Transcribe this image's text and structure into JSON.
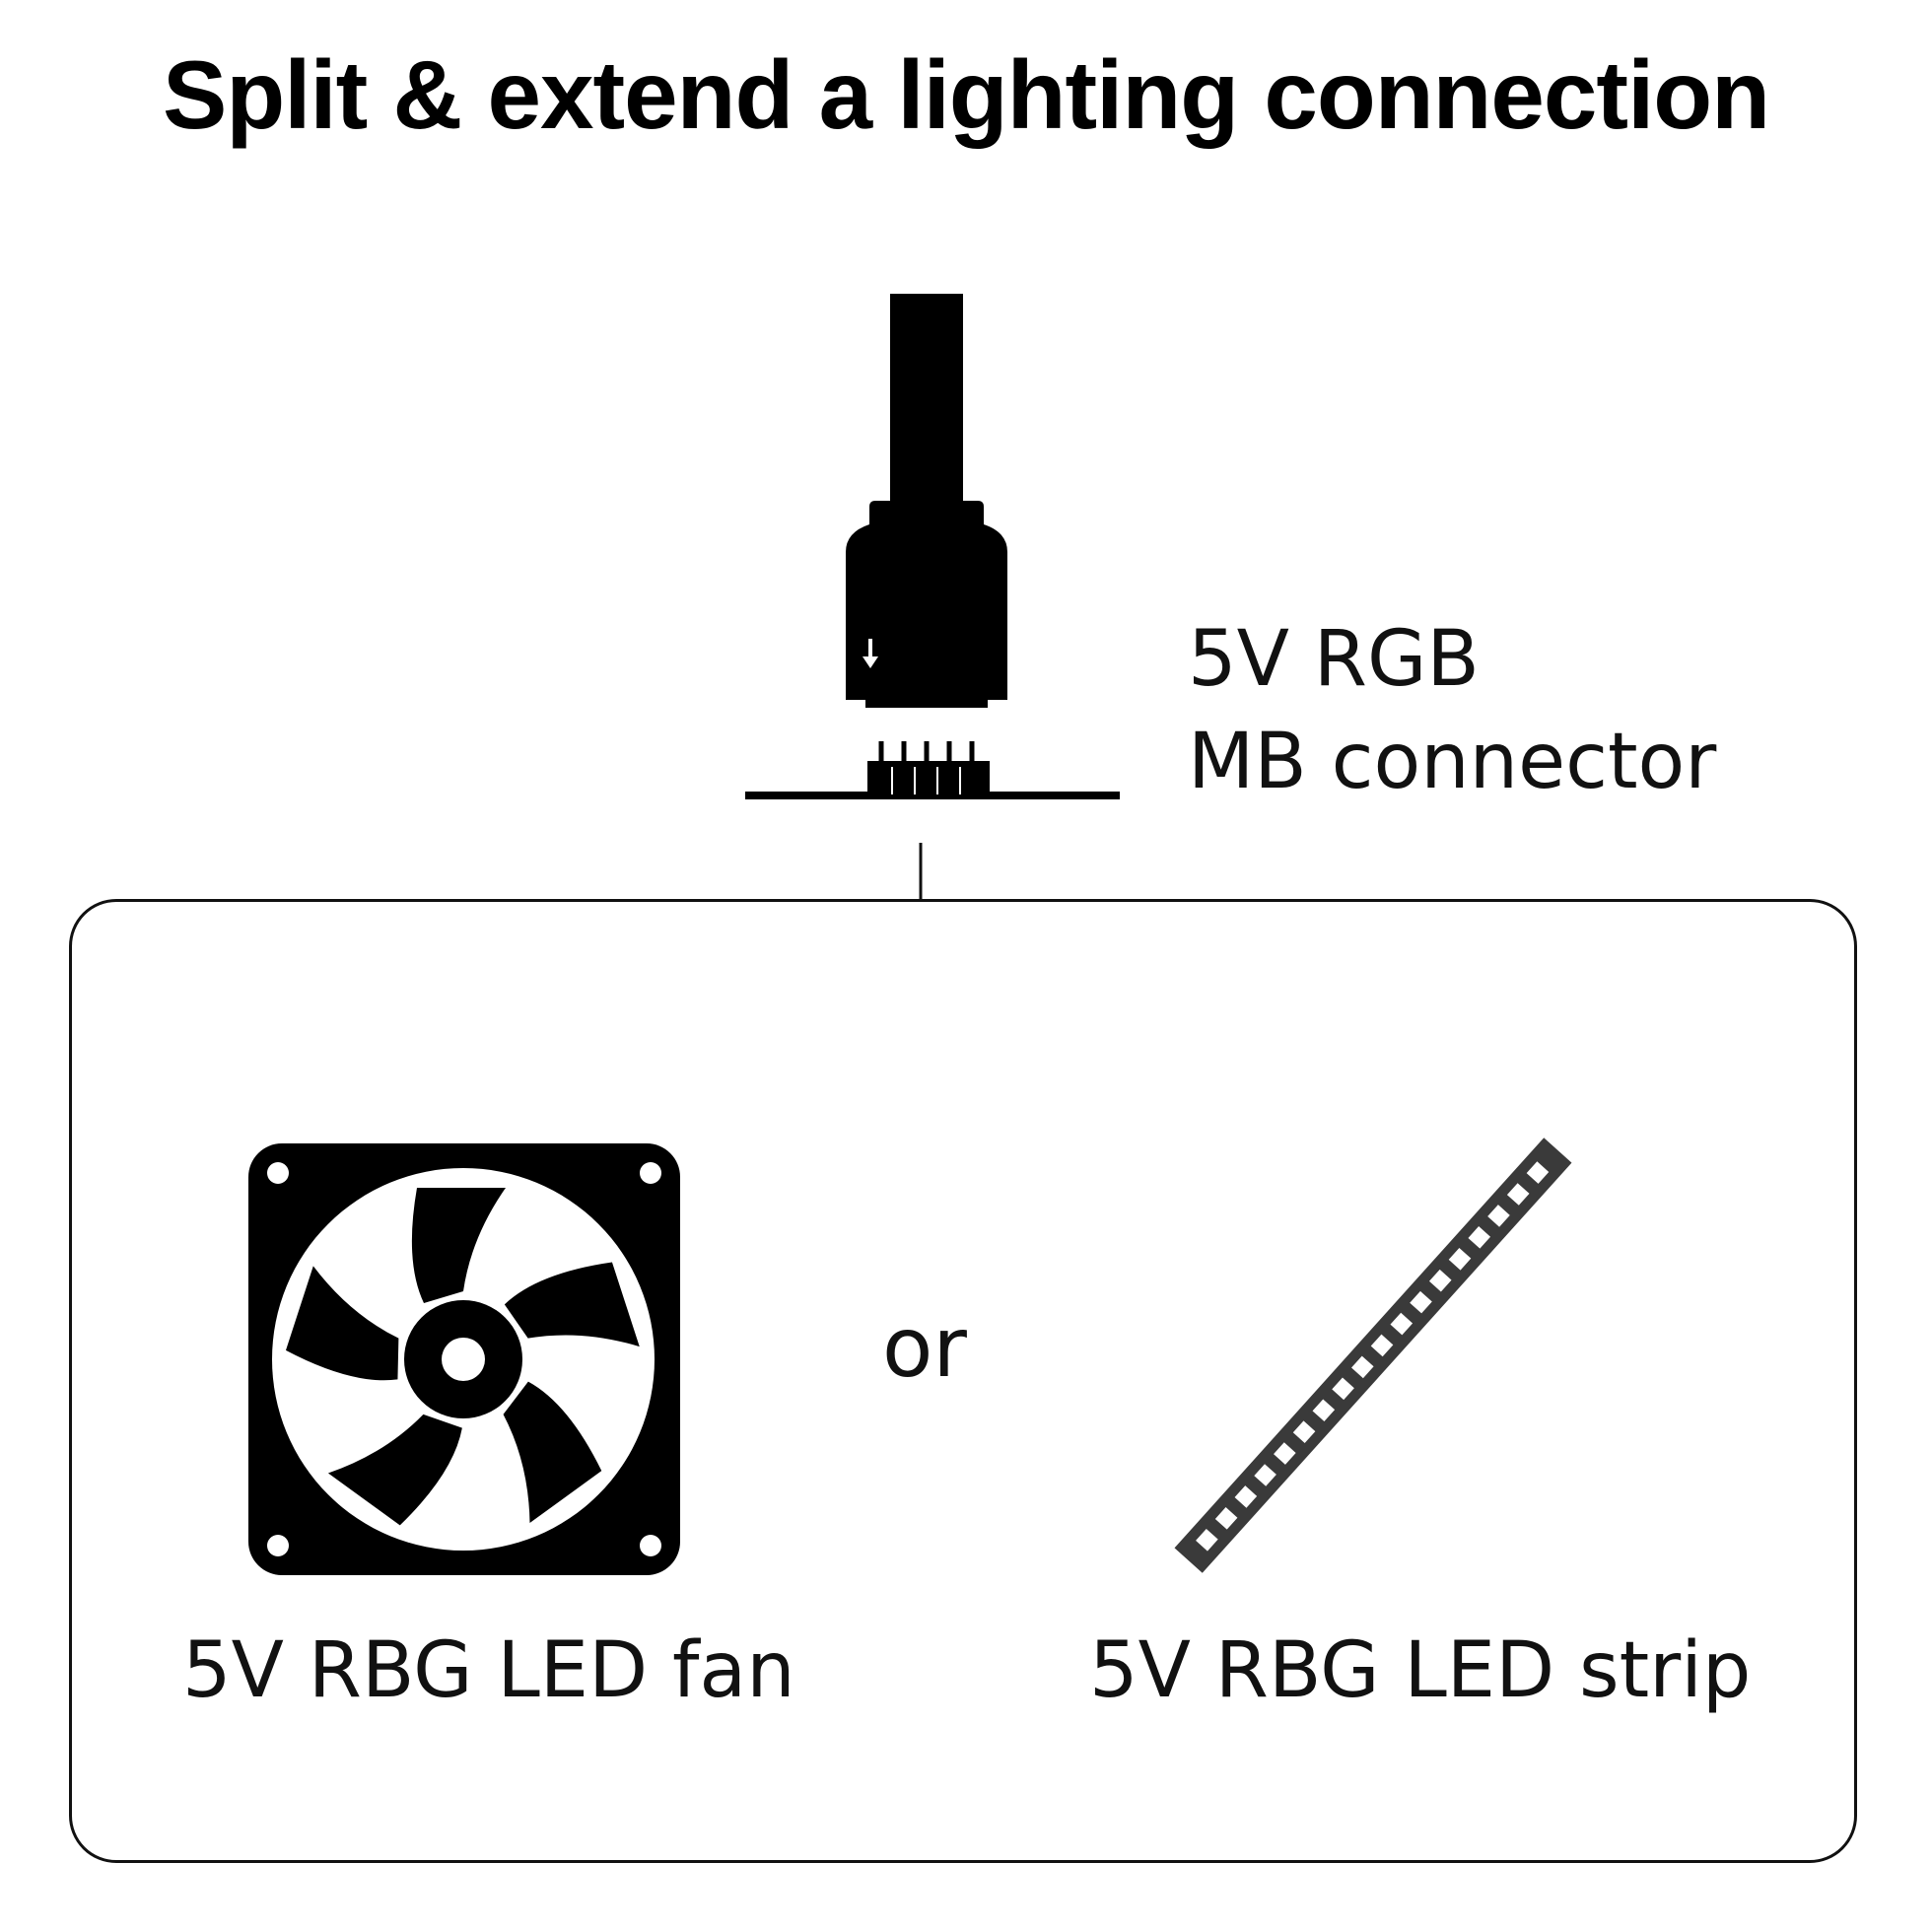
{
  "title": "Split & extend a lighting connection",
  "connector": {
    "line1": "5V RGB",
    "line2": "MB connector",
    "icon": "rgb-header-plug-icon"
  },
  "devices": {
    "fan_label": "5V RBG LED fan",
    "fan_icon": "fan-icon",
    "separator": "or",
    "strip_label": "5V RBG LED strip",
    "strip_icon": "led-strip-icon"
  },
  "colors": {
    "ink": "#000000",
    "strip": "#3a3a3a",
    "background": "#ffffff"
  }
}
